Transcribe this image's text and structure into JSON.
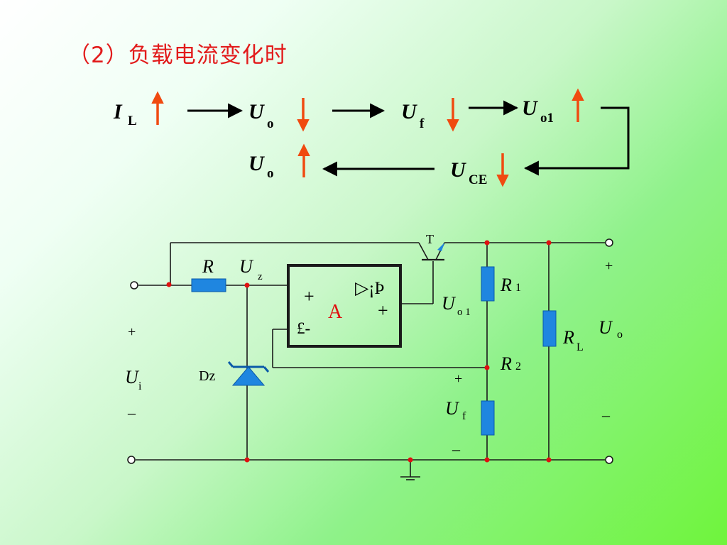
{
  "title": "（2）负载电流变化时",
  "chain": {
    "row1": [
      {
        "main": "I",
        "sub": "L",
        "arrow": "up"
      },
      {
        "main": "U",
        "sub": "o",
        "arrow": "down"
      },
      {
        "main": "U",
        "sub": "f",
        "arrow": "down"
      },
      {
        "main": "U",
        "sub": "o1",
        "arrow": "up"
      }
    ],
    "row2": [
      {
        "main": "U",
        "sub": "CE",
        "arrow": "down"
      },
      {
        "main": "U",
        "sub": "o",
        "arrow": "up"
      }
    ]
  },
  "circuit": {
    "transistor": "T",
    "resistor_r": "R",
    "uz": {
      "main": "U",
      "sub": "z"
    },
    "r1": {
      "main": "R",
      "sub": "1"
    },
    "r2": {
      "main": "R",
      "sub": "2"
    },
    "rl": {
      "main": "R",
      "sub": "L"
    },
    "uo1": {
      "main": "U",
      "sub": "o 1"
    },
    "uo": {
      "main": "U",
      "sub": "o"
    },
    "ui": {
      "main": "U",
      "sub": "i"
    },
    "uf": {
      "main": "U",
      "sub": "f"
    },
    "zener": "Dz",
    "opamp": {
      "label": "A",
      "symbol": "▷¡Þ",
      "in_plus": "+",
      "in_minus": "£-",
      "out_plus": "+"
    },
    "plus": "+",
    "minus": "–"
  },
  "colors": {
    "arrow": "#f04a10",
    "title": "#e21b1b",
    "component": "#1f86e0",
    "node": "#e01010",
    "wire": "#1a1a1a"
  }
}
